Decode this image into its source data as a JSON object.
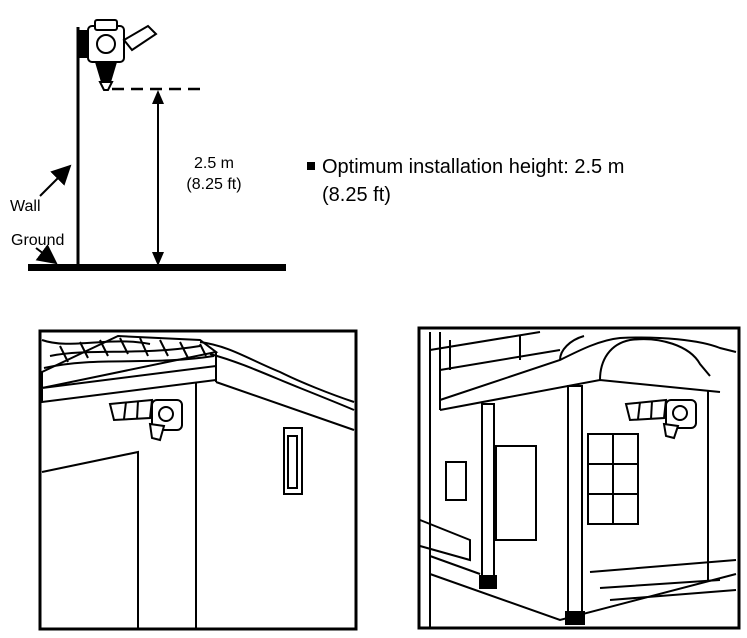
{
  "diagram": {
    "label_wall": "Wall",
    "label_ground": "Ground",
    "height_metric": "2.5 m",
    "height_imperial": "(8.25 ft)"
  },
  "note": {
    "line1": "Optimum installation height: 2.5 m",
    "line2": "(8.25 ft)"
  }
}
